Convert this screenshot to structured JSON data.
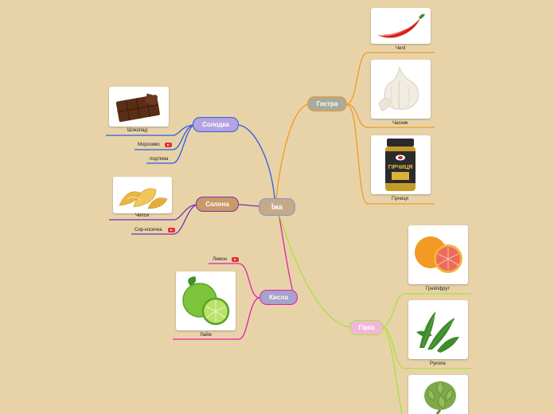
{
  "root": {
    "label": "Їжа"
  },
  "branches": {
    "sweet": {
      "label": "Солодка",
      "color": "#2f5be0",
      "fill": "#b4a3e0"
    },
    "salty": {
      "label": "Солона",
      "color": "#7a2fb0",
      "fill": "#c79a66"
    },
    "sour": {
      "label": "Кисла",
      "color": "#e020a8",
      "fill": "#a7a2c9"
    },
    "spicy": {
      "label": "Гостра",
      "color": "#f19a1e",
      "fill": "#a8ab9c"
    },
    "bitter": {
      "label": "Гірка",
      "color": "#a9e23a",
      "fill": "#f2b7d8"
    }
  },
  "leaves": {
    "chocolate": {
      "label": "Шоколад",
      "icon": "chocolate-image"
    },
    "icecream": {
      "label": "Морозиво",
      "icon": "video-icon"
    },
    "podtema": {
      "label": "подтема"
    },
    "chips": {
      "label": "Чипси",
      "icon": "chips-image"
    },
    "sausage": {
      "label": "Сир-косичка",
      "icon": "video-icon"
    },
    "lemon": {
      "label": "Лимон",
      "icon": "video-icon"
    },
    "lime": {
      "label": "Лайм",
      "icon": "lime-image"
    },
    "chili": {
      "label": "Чилі",
      "icon": "chili-image"
    },
    "garlic": {
      "label": "Часник",
      "icon": "garlic-image"
    },
    "mustard": {
      "label": "Гірчиця",
      "icon": "mustard-jar-image",
      "jar_text": "ГІРЧИЦЯ"
    },
    "grapefruit": {
      "label": "Грейпфрут",
      "icon": "grapefruit-image"
    },
    "arugula": {
      "label": "Рукола",
      "icon": "arugula-image"
    },
    "artichoke": {
      "icon": "artichoke-image"
    }
  }
}
